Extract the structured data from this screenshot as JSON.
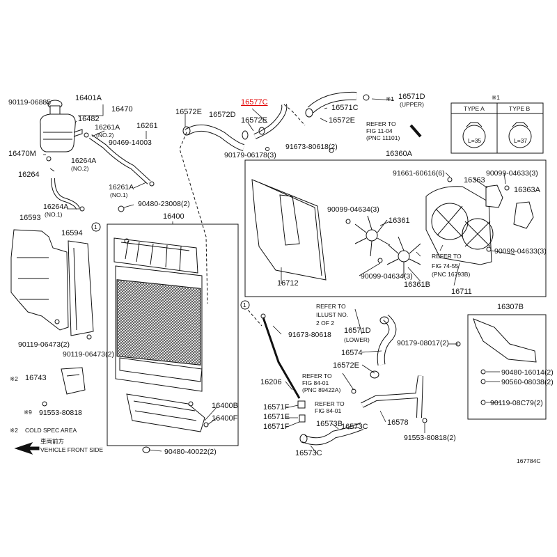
{
  "labels": {
    "p90119_06885": "90119-06885",
    "p16401A": "16401A",
    "p16470": "16470",
    "p16482": "16482",
    "p16261A_a": "16261A",
    "no2_a": "(NO.2)",
    "p16261": "16261",
    "p90469": "90469-14003",
    "p16470M": "16470M",
    "p16264A_a": "16264A",
    "no2_b": "(NO.2)",
    "p16264": "16264",
    "p16261A_b": "16261A",
    "no1_a": "(NO.1)",
    "p16264A_b": "16264A",
    "no1_b": "(NO.1)",
    "p90480_23008": "90480-23008(2)",
    "p16593": "16593",
    "p16594": "16594",
    "p16400": "16400",
    "p90119_06473a": "90119-06473(2)",
    "p90119_06473b": "90119-06473(2)",
    "p16743": "16743",
    "p91553_80818a": "91553-80818",
    "cold_spec": "COLD SPEC AREA",
    "veh_jp": "車両前方",
    "veh_en": "VEHICLE FRONT SIDE",
    "p16400B": "16400B",
    "p16400F": "16400F",
    "p90480_40022": "90480-40022(2)",
    "p16572E_a": "16572E",
    "p16572D": "16572D",
    "p16577C": "16577C",
    "p16572E_b": "16572E",
    "p90179_06178": "90179-06178(3)",
    "p16571C": "16571C",
    "p16572E_c": "16572E",
    "p16571D_up": "16571D",
    "upper": "(UPPER)",
    "refer_fig1104_a": "REFER TO",
    "refer_fig1104_b": "FIG 11-04",
    "refer_fig1104_c": "(PNC 11101)",
    "p91673_80618a": "91673-80618(2)",
    "p16360A": "16360A",
    "p91661_60616": "91661-60616(6)",
    "p90099_04633a": "90099-04633(3)",
    "p16363": "16363",
    "p16363A": "16363A",
    "p90099_04634a": "90099-04634(3)",
    "p16361": "16361",
    "p90099_04633b": "90099-04633(3)",
    "refer_fig7455_a": "REFER TO",
    "refer_fig7455_b": "FIG 74-55",
    "refer_fig7455_c": "(PNC 16793B)",
    "p90099_04634b": "90099-04634(3)",
    "p16361B": "16361B",
    "p16712": "16712",
    "p16711": "16711",
    "refer_illust_a": "REFER TO",
    "refer_illust_b": "ILLUST NO.",
    "refer_illust_c": "2 OF 2",
    "p91673_80618b": "91673-80618",
    "p16571D_lo": "16571D",
    "lower": "(LOWER)",
    "p90179_08017": "90179-08017(2)",
    "p16307B": "16307B",
    "p16574": "16574",
    "p16572E_d": "16572E",
    "p90480_16014": "90480-16014(2)",
    "p90560_08038": "90560-08038(2)",
    "p16206": "16206",
    "refer_fig8401a_a": "REFER TO",
    "refer_fig8401a_b": "FIG 84-01",
    "refer_fig8401a_c": "(PNC 89422A)",
    "refer_fig8401b_a": "REFER TO",
    "refer_fig8401b_b": "FIG 84-01",
    "p90119_08C79": "90119-08C79(2)",
    "p16571F": "16571F",
    "p16571E": "16571E",
    "p16571F_b": "16571F",
    "p16573B": "16573B",
    "p16573C_a": "16573C",
    "p16578": "16578",
    "p91553_80818b": "91553-80818(2)",
    "p16573C_b": "16573C",
    "fig_code": "167784C",
    "star1": "※1",
    "star1_b": "※1",
    "star2_a": "※2",
    "star2_b": "※2",
    "star9": "※9"
  },
  "clamp_table": {
    "title": "※1",
    "type_a": "TYPE A",
    "type_b": "TYPE B",
    "len_a": "L=35",
    "len_b": "L=37"
  },
  "circle_marks": [
    "1",
    "1"
  ],
  "colors": {
    "line": "#111111",
    "highlight": "#e00000"
  },
  "highlighted_part": "16577C"
}
